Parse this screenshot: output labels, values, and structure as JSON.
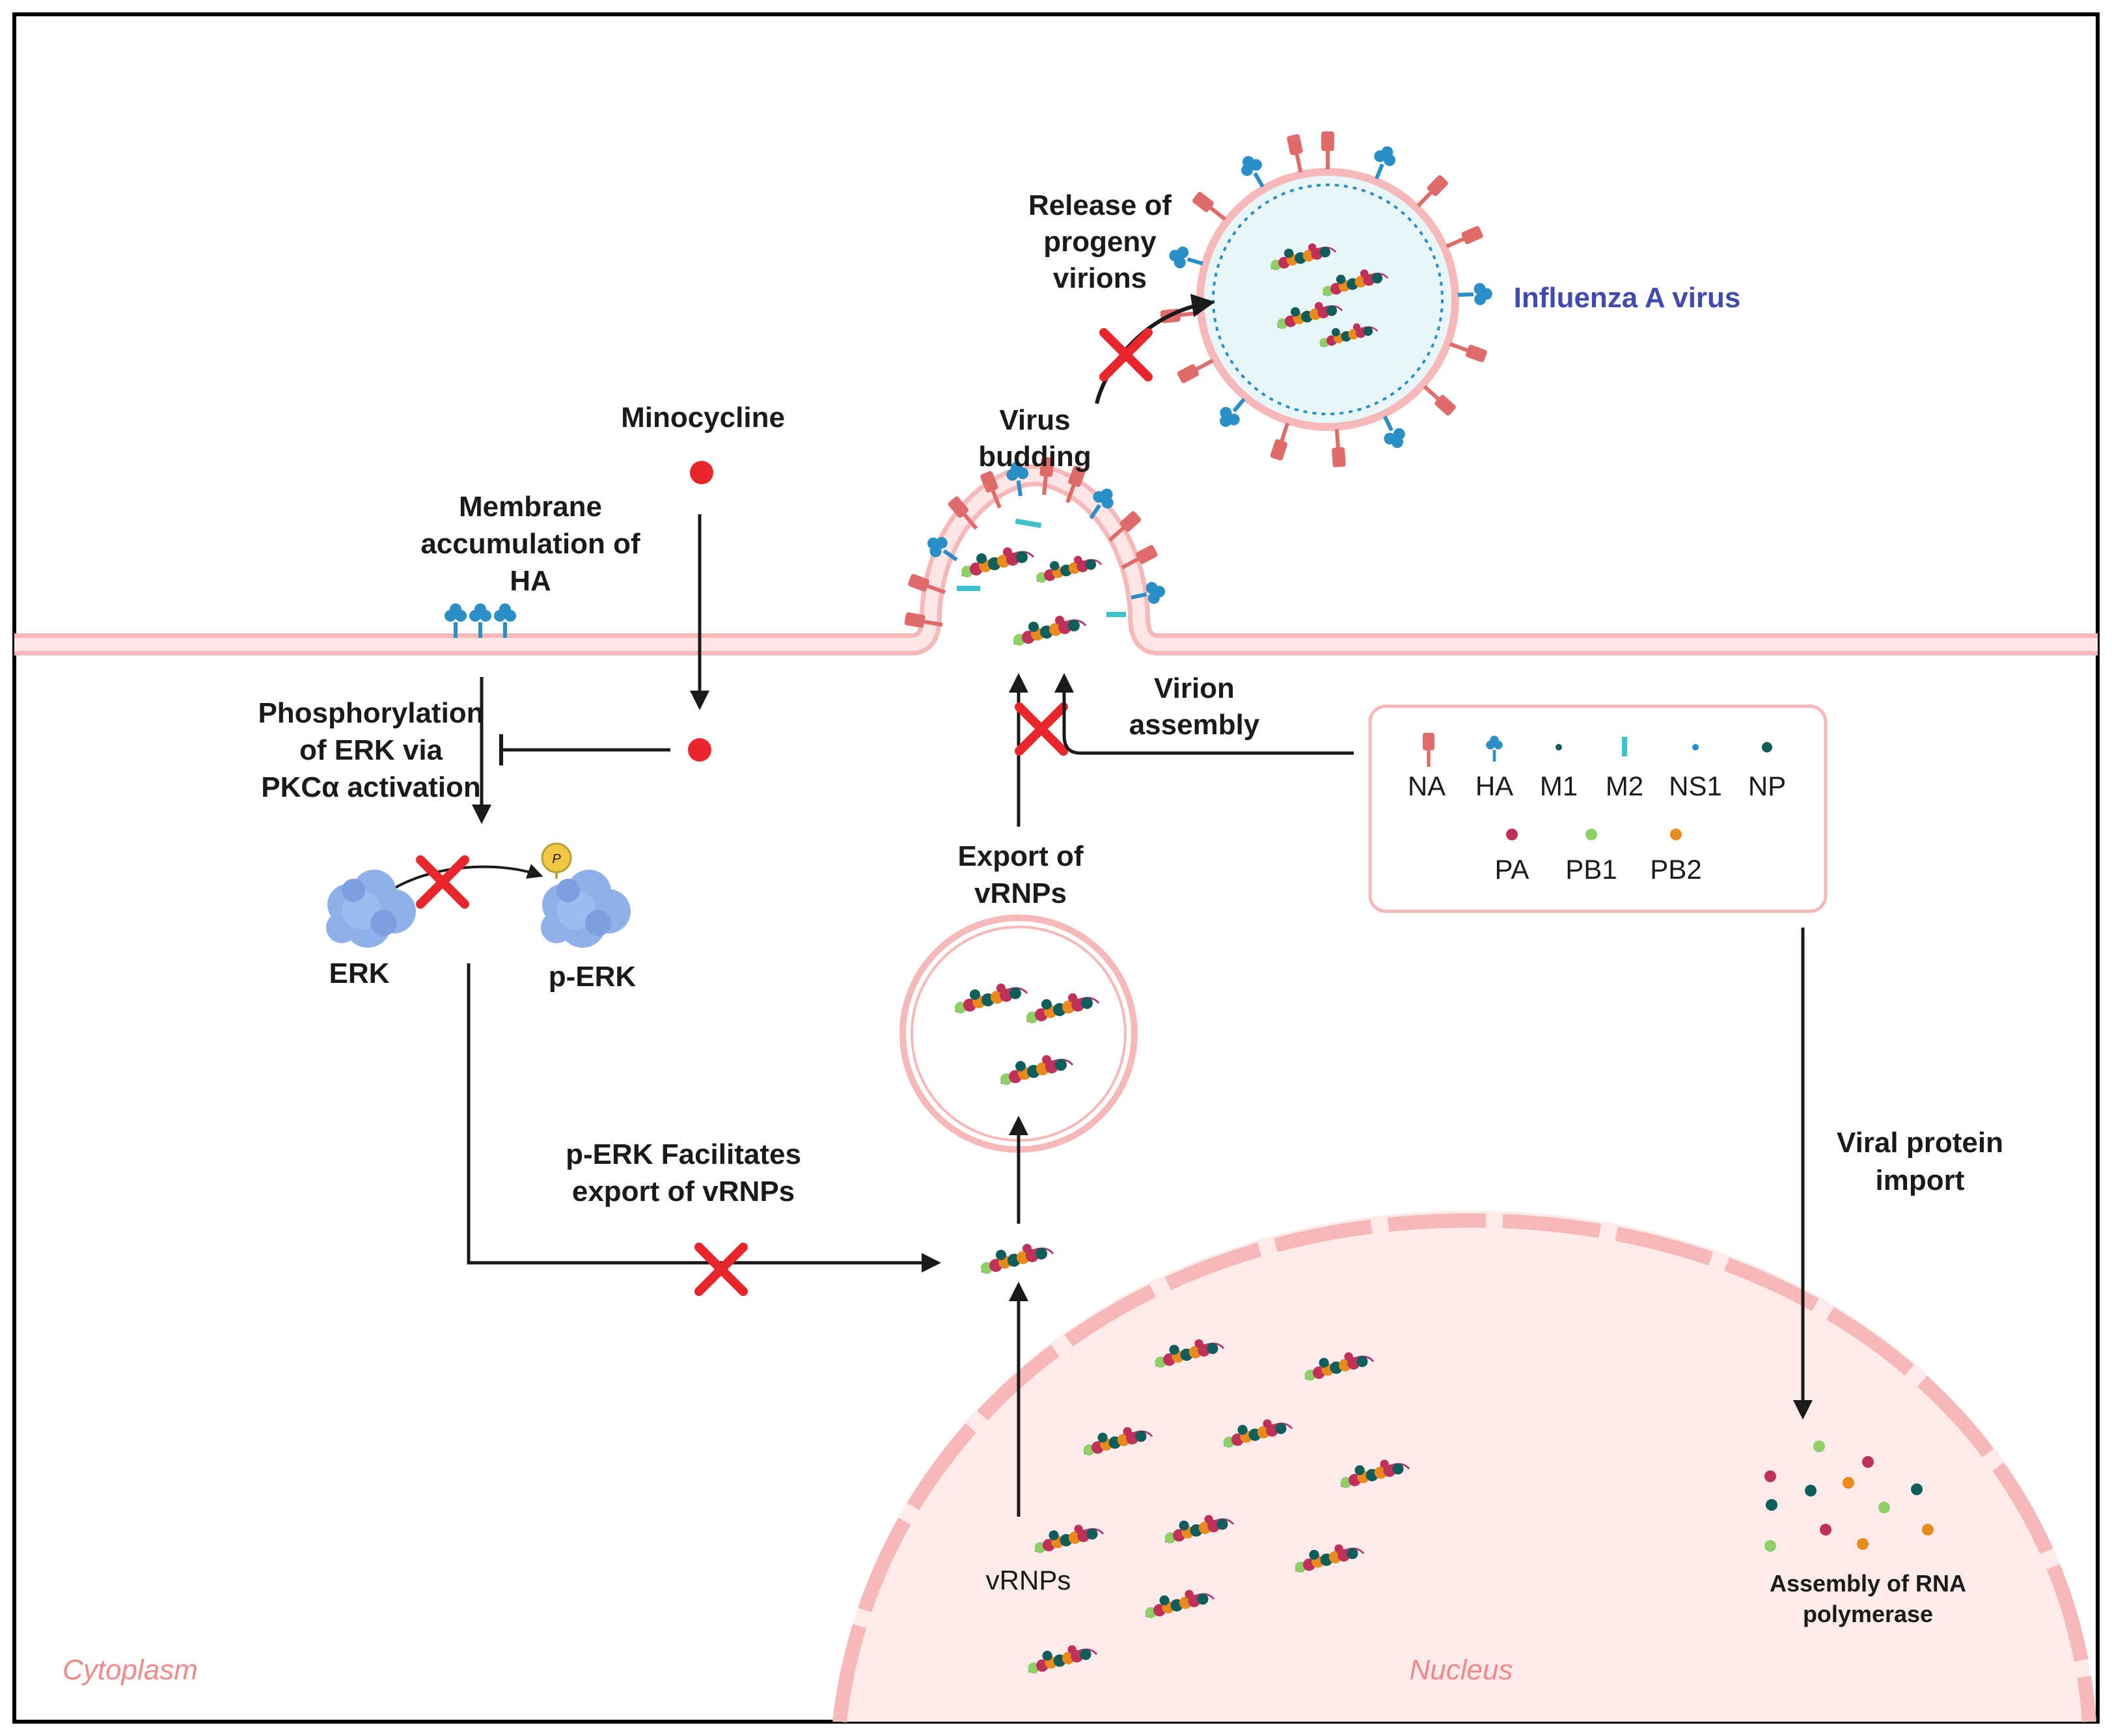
{
  "colors": {
    "membrane": "#f6b8b8",
    "membrane_fill": "#fde6e6",
    "nucleus_fill": "#fdeaea",
    "arrow": "#1a1a1a",
    "inhibit_x": "#e8262c",
    "drug": "#e8262c",
    "ha_blue": "#2a8fc6",
    "na_red": "#e06b6b",
    "m2_teal": "#3fc1c9",
    "np_teal": "#0f5e5b",
    "pa_crimson": "#c0315a",
    "pb1_green": "#8fcf68",
    "pb2_orange": "#e98a1c",
    "erk_blue": "#8fb0e8",
    "phospho_yellow": "#f2c744",
    "virus_name": "#3f4bb0",
    "compartment_label": "#f08a8a"
  },
  "labels": {
    "release_1": "Release of",
    "release_2": "progeny",
    "release_3": "virions",
    "virus_name": "Influenza A virus",
    "minocycline": "Minocycline",
    "budding_1": "Virus",
    "budding_2": "budding",
    "membrane_acc_1": "Membrane",
    "membrane_acc_2": "accumulation of",
    "membrane_acc_3": "HA",
    "phospho_1": "Phosphorylation",
    "phospho_2": "of ERK  via",
    "phospho_3": "PKCα activation",
    "virion_1": "Virion",
    "virion_2": "assembly",
    "export_1": "Export of",
    "export_2": "vRNPs",
    "erk": "ERK",
    "perk": "p-ERK",
    "phospho_p": "P",
    "perk_fac_1": "p-ERK Facilitates",
    "perk_fac_2": "export of vRNPs",
    "viral_import_1": "Viral protein",
    "viral_import_2": "import",
    "vrnps": "vRNPs",
    "rna_pol_1": "Assembly of RNA",
    "rna_pol_2": "polymerase",
    "cytoplasm": "Cytoplasm",
    "nucleus": "Nucleus"
  },
  "legend": {
    "row1": [
      "NA",
      "HA",
      "M1",
      "M2",
      "NS1",
      "NP"
    ],
    "row2": [
      "PA",
      "PB1",
      "PB2"
    ]
  }
}
